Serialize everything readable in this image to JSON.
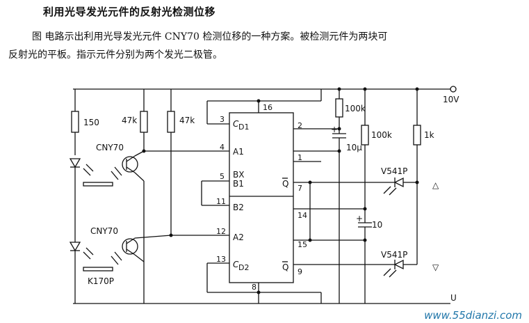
{
  "title": "利用光导发光元件的反射光检测位移",
  "description": {
    "line1": "图    电路示出利用光导发光元件 CNY70 检测位移的一种方案。被检测元件为两块可",
    "line2": "反射光的平板。指示元件分别为两个发光二极管。"
  },
  "labels": {
    "supply": "10V",
    "r150": "150",
    "r47k_a": "47k",
    "r47k_b": "47k",
    "r100k_a": "100k",
    "r100k_b": "100k",
    "r1k": "1k",
    "c10u": "10μ",
    "c10": "10",
    "cny70_top": "CNY70",
    "cny70_bottom": "CNY70",
    "k170p": "K170P",
    "v541p_top": "V541P",
    "v541p_bottom": "V541P",
    "plus1": "+",
    "plus2": "+",
    "u_label": "U"
  },
  "ic": {
    "pins": {
      "p16": "16",
      "p3": "3",
      "p2": "2",
      "p4": "4",
      "p1": "1",
      "p5": "5",
      "p7": "7",
      "p11": "11",
      "p14": "14",
      "p12": "12",
      "p15": "15",
      "p13": "13",
      "p9": "9",
      "p8": "8"
    },
    "names": {
      "cd1": "C",
      "cd1_sub": "D1",
      "a1": "A1",
      "bx": "BX",
      "b1": "B1",
      "b2": "B2",
      "a2": "A2",
      "cd2": "C",
      "cd2_sub": "D2",
      "q1": "Q",
      "q2": "Q"
    }
  },
  "indicators": {
    "up": "△",
    "down": "▽"
  },
  "watermark": "www.55dianzi.com"
}
